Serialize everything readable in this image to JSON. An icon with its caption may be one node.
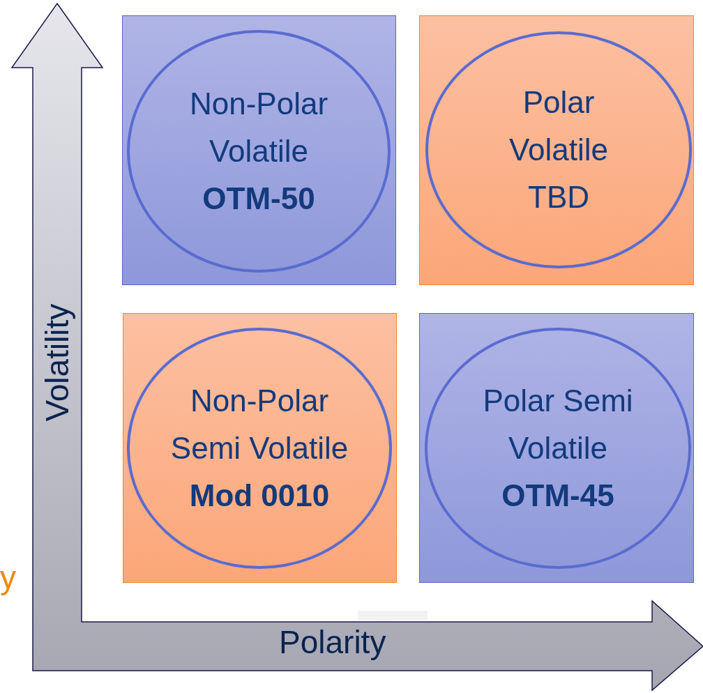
{
  "diagram": {
    "nodes": [
      {
        "text": [],
        "shape": "box"
      },
      {
        "text": [
          "Non-Polar Volatile",
          "**OTM-50**"
        ],
        "in": 0
      },
      {
        "text": [],
        "shape": "box"
      },
      {
        "text": [
          "Polar Volatile",
          "TBD"
        ],
        "in": 2
      },
      {
        "text": [],
        "shape": "box"
      },
      {
        "text": [
          "Non-Polar Semi Volatile",
          "**Mod 0010**"
        ],
        "in": 4
      },
      {
        "text": [],
        "shape": "box"
      },
      {
        "text": [
          "Polar Semi Volatile",
          "**OTM-45**"
        ],
        "in": 6
      }
    ],
    "edges": [],
    "labels": [
      "Volatility",
      "Polarity",
      "y"
    ]
  }
}
